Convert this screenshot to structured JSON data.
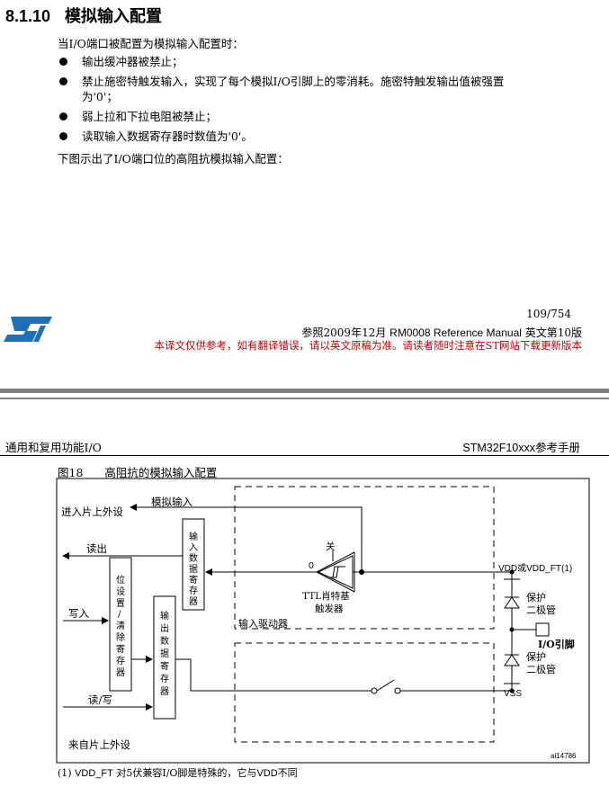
{
  "section": {
    "number": "8.1.10",
    "title": "模拟输入配置"
  },
  "intro": "当I/O端口被配置为模拟输入配置时：",
  "bullets": [
    {
      "line1": "输出缓冲器被禁止；",
      "line2": ""
    },
    {
      "line1": "禁止施密特触发输入，实现了每个模拟I/O引脚上的零消耗。施密特触发输出值被强置",
      "line2": "为'0'；"
    },
    {
      "line1": "弱上拉和下拉电阻被禁止；",
      "line2": ""
    },
    {
      "line1": "读取输入数据寄存器时数值为'0'。",
      "line2": ""
    }
  ],
  "outro": "下图示出了I/O端口位的高阻抗模拟输入配置：",
  "footer": {
    "page": "109/754",
    "ref_prefix": "参照2009年12月 ",
    "ref_doc": "RM0008 Reference Manual",
    "ref_suffix": " 英文第10版",
    "disclaimer": "本译文仅供参考，如有翻译错误，请以英文原稿为准。请读者随时注意在ST网站下载更新版本",
    "logo": "ST"
  },
  "header": {
    "left": "通用和复用功能I/O",
    "right": "STM32F10xxx参考手册"
  },
  "figure": {
    "number": "图18",
    "caption": "高阻抗的模拟输入配置",
    "labels": {
      "analog_in": "模拟输入",
      "to_periph": "进入片上外设",
      "read": "读出",
      "write": "写入",
      "rw": "读/写",
      "from_periph": "来自片上外设",
      "off": "关",
      "zero": "0",
      "ttl1": "TTL肖特基",
      "ttl2": "触发器",
      "input_driver": "输入驱动器",
      "vdd": "VDD或VDD_FT(1)",
      "protect1a": "保护",
      "protect1b": "二极管",
      "protect2a": "保护",
      "protect2b": "二极管",
      "io_pin": "I/O引脚",
      "vss": "VSS",
      "fig_id": "ai14786"
    },
    "registers": {
      "input_data": [
        "输",
        "入",
        "数",
        "据",
        "寄",
        "存",
        "器"
      ],
      "bit_set": [
        "位",
        "设",
        "置",
        "/",
        "清",
        "除",
        "寄",
        "存",
        "器"
      ],
      "output_data": [
        "输",
        "出",
        "数",
        "据",
        "寄",
        "存",
        "器"
      ]
    }
  },
  "footnote": {
    "prefix": "(1) ",
    "sym1": "VDD_FT",
    "mid": " 对5伏兼容I/O脚是特殊的，它与",
    "sym2": "VDD",
    "suffix": "不同"
  }
}
